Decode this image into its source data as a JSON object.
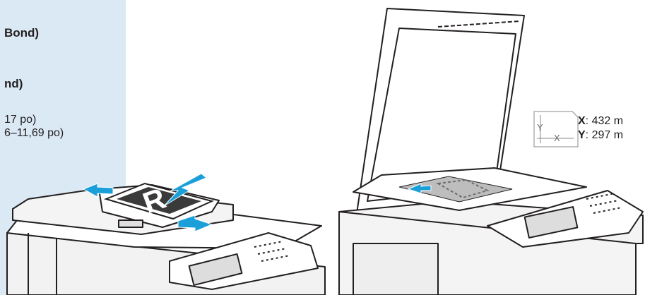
{
  "info_panel": {
    "line1": "Bond)",
    "line2": "nd)",
    "line3": "17 po)",
    "line4": "6–11,69 po)"
  },
  "dimensions": {
    "x_key": "X",
    "x_value": ": 432 m",
    "y_key": "Y",
    "y_value": ": 297 m",
    "icon_y_letter": "Y",
    "icon_x_letter": "X"
  },
  "document": {
    "letter": "R"
  },
  "colors": {
    "panel_bg": "#dbe9f5",
    "arrow_blue": "#1a9fd9",
    "line": "#231f20",
    "body_gray": "#eeeeee",
    "glass_gray": "#bdbdbd"
  }
}
